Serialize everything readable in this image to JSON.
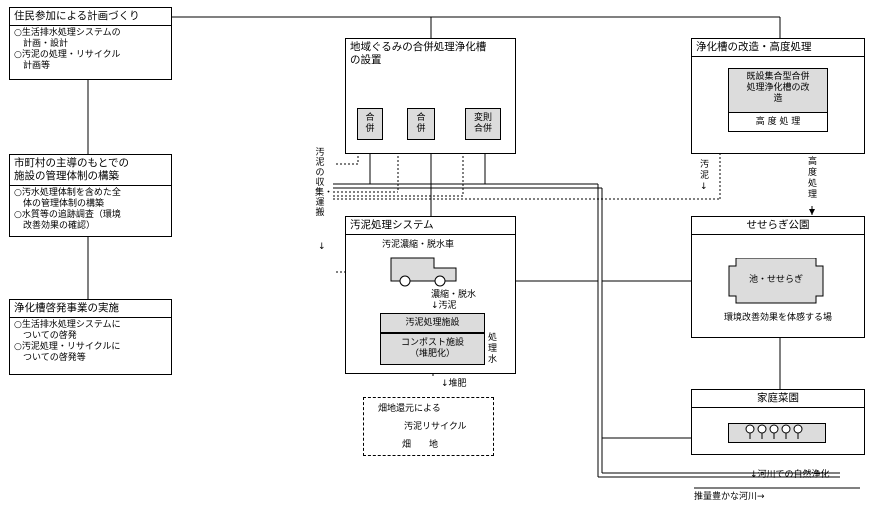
{
  "boxes": {
    "planning": {
      "title": "住民参加による計画づくり",
      "body": "○生活排水処理システムの\n　計画・設計\n○汚泥の処理・リサイクル\n　計画等"
    },
    "management": {
      "title": "市町村の主導のもとでの\n施設の管理体制の構築",
      "body": "○汚水処理体制を含めた全\n　体の管理体制の構築\n○水質等の追跡調査（環境\n　改善効果の確認）"
    },
    "education": {
      "title": "浄化槽啓発事業の実施",
      "body": "○生活排水処理システムに\n　ついての啓発\n○汚泥処理・リサイクルに\n　ついての啓発等"
    },
    "community": {
      "title": "地域ぐるみの合併処理浄化槽\nの設置",
      "tanks": [
        "合\n併",
        "合\n併",
        "変則\n合併"
      ]
    },
    "sludge": {
      "title": "汚泥処理システム",
      "truck_label": "汚泥濃縮・脱水車",
      "step_label": "濃縮・脱水\n↓汚泥",
      "facility": "汚泥処理施設",
      "compost": "コンポスト施設\n（堆肥化）",
      "water_label": "処\n理\n水"
    },
    "upgrade": {
      "title": "浄化槽の改造・高度処理",
      "inner_top": "既設集合型合併\n処理浄化槽の改\n造",
      "inner_bottom": "高 度 処 理"
    },
    "stream": {
      "title": "せせらぎ公園",
      "pond": "池・せせらぎ",
      "caption": "環境改善効果を体感する場"
    },
    "garden": {
      "title": "家庭菜園"
    },
    "field": {
      "line1": "畑地還元による",
      "line2": "汚泥リサイクル",
      "line3": "畑　　地"
    }
  },
  "labels": {
    "collection": "汚泥の収集・運搬",
    "sludge_down": "汚\n泥",
    "advanced": "高\n度\n処\n理",
    "compost_arrow": "↓堆肥",
    "river_purify": "↓河川での自然浄化",
    "river_rich": "推量豊かな河川→"
  }
}
